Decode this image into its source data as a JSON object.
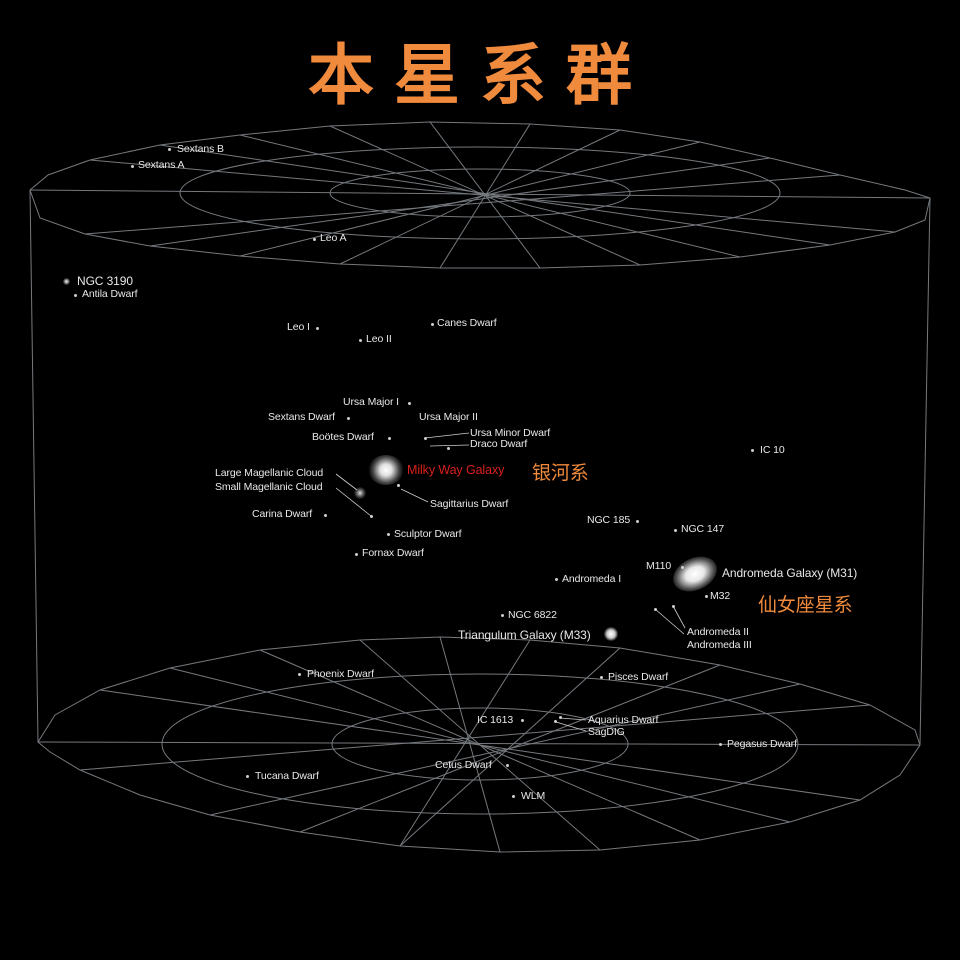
{
  "title": "本星系群",
  "colors": {
    "title": "#f08a3c",
    "milky_way_label": "#d9211c",
    "chinese_labels": "#f08a3c",
    "labels": "#e8e8e8",
    "grid": "#8a8f94",
    "background": "#000000"
  },
  "main_galaxies": {
    "milky_way": {
      "label": "Milky Way Galaxy",
      "cn_label": "银河系"
    },
    "andromeda": {
      "label": "Andromeda Galaxy (M31)",
      "cn_label": "仙女座星系"
    },
    "triangulum": {
      "label": "Triangulum Galaxy (M33)"
    }
  },
  "top_disc_objects": [
    "Sextans B",
    "Sextans A",
    "Leo A"
  ],
  "objects": {
    "ngc3190": "NGC 3190",
    "antila": "Antila Dwarf",
    "leo1": "Leo I",
    "leo2": "Leo II",
    "canes": "Canes Dwarf",
    "ursa_major1": "Ursa Major I",
    "sextans_dwarf": "Sextans Dwarf",
    "ursa_major2": "Ursa Major II",
    "bootes": "Boötes Dwarf",
    "ursa_minor": "Ursa Minor Dwarf",
    "draco": "Draco Dwarf",
    "lmc": "Large Magellanic Cloud",
    "smc": "Small Magellanic Cloud",
    "sagittarius": "Sagittarius Dwarf",
    "carina": "Carina Dwarf",
    "sculptor": "Sculptor Dwarf",
    "fornax": "Fornax Dwarf",
    "ic10": "IC 10",
    "ngc185": "NGC 185",
    "ngc147": "NGC 147",
    "m110": "M110",
    "m32": "M32",
    "andromeda1": "Andromeda I",
    "andromeda2": "Andromeda II",
    "andromeda3": "Andromeda III",
    "ngc6822": "NGC 6822"
  },
  "bottom_disc_objects": {
    "phoenix": "Phoenix Dwarf",
    "pisces": "Pisces Dwarf",
    "ic1613": "IC 1613",
    "aquarius": "Aquarius Dwarf",
    "sagdig": "SagDIG",
    "pegasus": "Pegasus Dwarf",
    "tucana": "Tucana Dwarf",
    "cetus": "Cetus Dwarf",
    "wlm": "WLM"
  }
}
